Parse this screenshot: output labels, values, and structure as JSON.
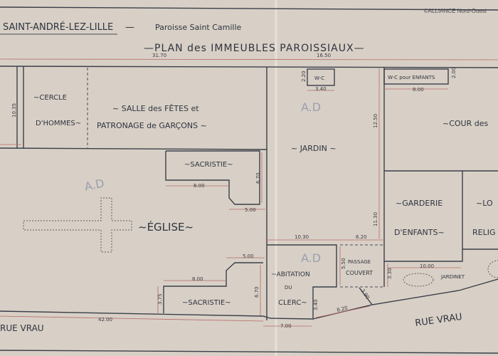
{
  "credit": "©ALLIANCE Nord-Ouest",
  "header": {
    "place": "SAINT-ANDRÉ-LEZ-LILLE",
    "dash": "—",
    "parish": "Paroisse Saint Camille",
    "title": "—PLAN des IMMEUBLES PAROISSIAUX—"
  },
  "rooms": {
    "cercle_1": "~CERCLE",
    "cercle_2": "D'HOMMES~",
    "salle_1": "~ SALLE des FÊTES et",
    "salle_2": "PATRONAGE de GARÇONS ~",
    "sacristie_top": "~SACRISTIE~",
    "eglise": "~ÉGLISE~",
    "sacristie_bottom": "~SACRISTIE~",
    "jardin": "~ JARDIN ~",
    "wc": "W-C",
    "wc_enfants": "W-C pour ENFANTS",
    "cour": "~COUR des",
    "garderie_1": "~GARDERIE",
    "garderie_2": "D'ENFANTS~",
    "lo_1": "~LO",
    "lo_2": "RELIG",
    "habitation_1": "~ABITATION",
    "habitation_2": "DU",
    "habitation_3": "CLERC~",
    "passage_1": "PASSAGE",
    "passage_2": "COUVERT",
    "jardinet": "JARDINET",
    "rue_left": "RUE VRAU",
    "rue_right": "RUE VRAU",
    "pencil_1": "A.D",
    "pencil_2": "A.D",
    "pencil_3": "A.D"
  },
  "dimensions": {
    "d3170": "31.70",
    "d1650": "16.50",
    "d1035": "10.35",
    "d220": "2.20",
    "d340": "3.40",
    "d1250": "12.50",
    "d800a": "8.00",
    "d200": "2.00",
    "d670a": "6.70",
    "d800b": "8.00",
    "d500a": "5.00",
    "d1130": "11.30",
    "d1030": "10.30",
    "d620": "6.20",
    "d500b": "5.00",
    "d550": "5.50",
    "d800c": "8.00",
    "d670b": "6.70",
    "d375": "3.75",
    "d4200": "42.00",
    "d700": "7.00",
    "d340b": "3.40",
    "d820": "8.20",
    "d390": "3.90",
    "d330": "3.30",
    "d1000": "10.00"
  }
}
